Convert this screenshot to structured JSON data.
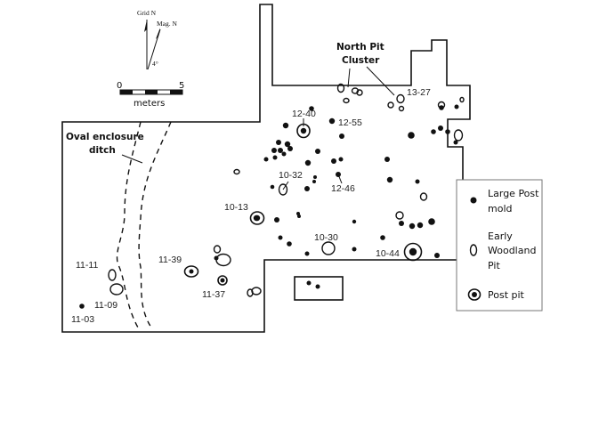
{
  "north_arrow": {
    "grid_label": "Grid N",
    "mag_label": "Mag. N",
    "declination": "4°"
  },
  "scale_bar": {
    "start_label": "0",
    "end_label": "5",
    "unit_label": "meters"
  },
  "annotations": {
    "north_pit_cluster_line1": "North Pit",
    "north_pit_cluster_line2": "Cluster",
    "ditch_line1": "Oval enclosure",
    "ditch_line2": "ditch"
  },
  "feature_labels": [
    "12-40",
    "12-55",
    "13-27",
    "10-32",
    "12-46",
    "10-13",
    "10-30",
    "10-44",
    "11-39",
    "11-37",
    "11-11",
    "11-09",
    "11-03"
  ],
  "legend": {
    "items": [
      {
        "symbol": "large-post-mold",
        "line1": "Large Post",
        "line2": "mold",
        "line3": ""
      },
      {
        "symbol": "early-woodland-pit",
        "line1": "Early",
        "line2": "Woodland",
        "line3": "Pit"
      },
      {
        "symbol": "post-pit",
        "line1": "Post pit",
        "line2": "",
        "line3": ""
      }
    ]
  },
  "feature_counts": {
    "large_post_molds": 58,
    "early_woodland_pits": 18,
    "post_pits": 6
  }
}
